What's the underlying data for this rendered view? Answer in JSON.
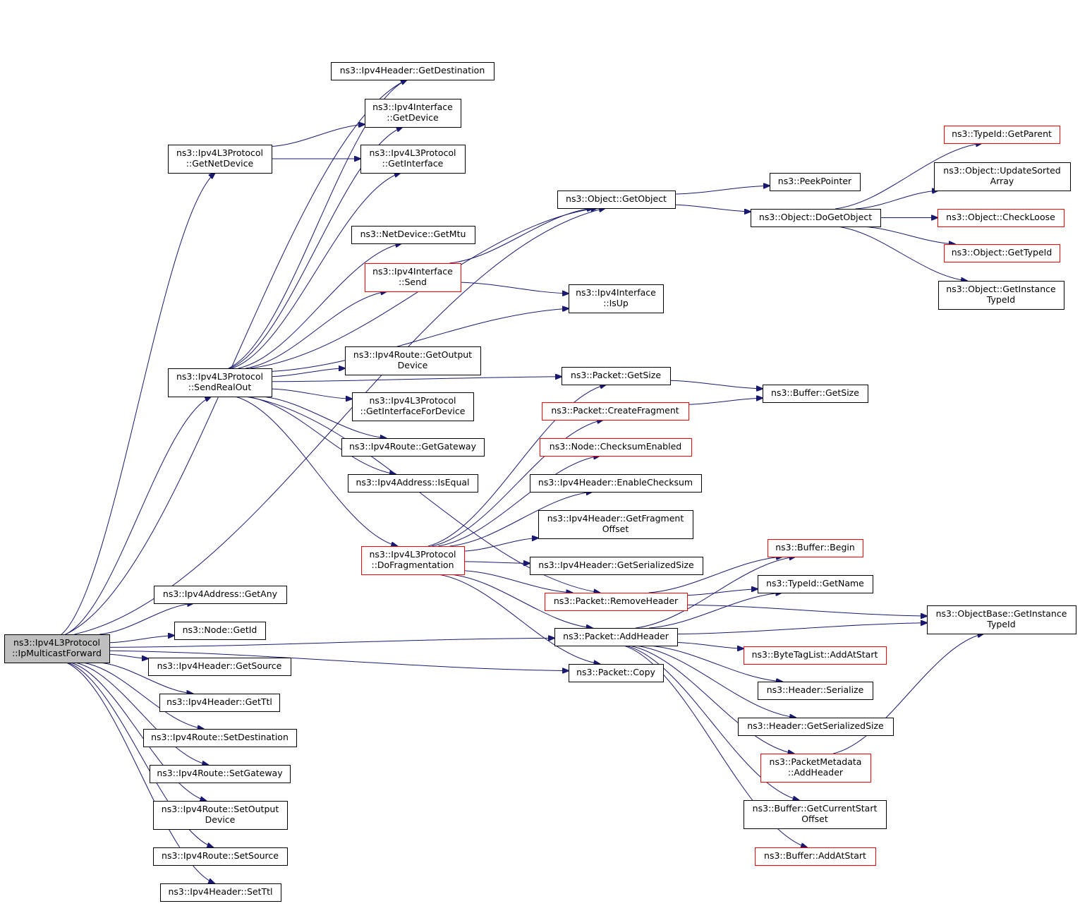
{
  "colors": {
    "edge": "#191970",
    "node_border": "#000000",
    "node_border_truncated": "#ff0000",
    "root_fill": "#bfbfbf"
  },
  "nodes": {
    "root": [
      "ns3::Ipv4L3Protocol",
      "::IpMulticastForward"
    ],
    "hdr_getdest": [
      "ns3::Ipv4Header::GetDestination"
    ],
    "iface_getdevice": [
      "ns3::Ipv4Interface",
      "::GetDevice"
    ],
    "l3_getnetdevice": [
      "ns3::Ipv4L3Protocol",
      "::GetNetDevice"
    ],
    "l3_getinterface": [
      "ns3::Ipv4L3Protocol",
      "::GetInterface"
    ],
    "obj_getobject": [
      "ns3::Object::GetObject"
    ],
    "netdev_getmtu": [
      "ns3::NetDevice::GetMtu"
    ],
    "iface_send": [
      "ns3::Ipv4Interface",
      "::Send"
    ],
    "iface_isup": [
      "ns3::Ipv4Interface",
      "::IsUp"
    ],
    "peekpointer": [
      "ns3::PeekPointer"
    ],
    "obj_dogetobject": [
      "ns3::Object::DoGetObject"
    ],
    "typeid_getparent": [
      "ns3::TypeId::GetParent"
    ],
    "obj_updatesorted": [
      "ns3::Object::UpdateSorted",
      "Array"
    ],
    "obj_checkloose": [
      "ns3::Object::CheckLoose"
    ],
    "obj_gettypeid": [
      "ns3::Object::GetTypeId"
    ],
    "obj_getinstancetypeid": [
      "ns3::Object::GetInstance",
      "TypeId"
    ],
    "route_getoutputdevice": [
      "ns3::Ipv4Route::GetOutput",
      "Device"
    ],
    "l3_sendrealout": [
      "ns3::Ipv4L3Protocol",
      "::SendRealOut"
    ],
    "l3_getifacefordevice": [
      "ns3::Ipv4L3Protocol",
      "::GetInterfaceForDevice"
    ],
    "route_getgateway": [
      "ns3::Ipv4Route::GetGateway"
    ],
    "addr_isequal": [
      "ns3::Ipv4Address::IsEqual"
    ],
    "pkt_getsize": [
      "ns3::Packet::GetSize"
    ],
    "buf_getsize": [
      "ns3::Buffer::GetSize"
    ],
    "pkt_createfragment": [
      "ns3::Packet::CreateFragment"
    ],
    "node_checksumenabled": [
      "ns3::Node::ChecksumEnabled"
    ],
    "hdr_enablechecksum": [
      "ns3::Ipv4Header::EnableChecksum"
    ],
    "hdr_getfragmentoffset": [
      "ns3::Ipv4Header::GetFragment",
      "Offset"
    ],
    "l3_dofragmentation": [
      "ns3::Ipv4L3Protocol",
      "::DoFragmentation"
    ],
    "hdr_getserializedsize": [
      "ns3::Ipv4Header::GetSerializedSize"
    ],
    "buf_begin": [
      "ns3::Buffer::Begin"
    ],
    "typeid_getname": [
      "ns3::TypeId::GetName"
    ],
    "pkt_removeheader": [
      "ns3::Packet::RemoveHeader"
    ],
    "objbase_getinstancetypeid": [
      "ns3::ObjectBase::GetInstance",
      "TypeId"
    ],
    "addr_getany": [
      "ns3::Ipv4Address::GetAny"
    ],
    "node_getid": [
      "ns3::Node::GetId"
    ],
    "pkt_addheader": [
      "ns3::Packet::AddHeader"
    ],
    "hdr_getsource": [
      "ns3::Ipv4Header::GetSource"
    ],
    "bytetaglist_addatstart": [
      "ns3::ByteTagList::AddAtStart"
    ],
    "pkt_copy": [
      "ns3::Packet::Copy"
    ],
    "header_serialize": [
      "ns3::Header::Serialize"
    ],
    "hdr_getttl": [
      "ns3::Ipv4Header::GetTtl"
    ],
    "header_getserializedsize": [
      "ns3::Header::GetSerializedSize"
    ],
    "route_setdestination": [
      "ns3::Ipv4Route::SetDestination"
    ],
    "pktmeta_addheader": [
      "ns3::PacketMetadata",
      "::AddHeader"
    ],
    "route_setgateway": [
      "ns3::Ipv4Route::SetGateway"
    ],
    "route_setoutputdevice": [
      "ns3::Ipv4Route::SetOutput",
      "Device"
    ],
    "buf_getcurrentstartoffset": [
      "ns3::Buffer::GetCurrentStart",
      "Offset"
    ],
    "route_setsource": [
      "ns3::Ipv4Route::SetSource"
    ],
    "buf_addatstart": [
      "ns3::Buffer::AddAtStart"
    ],
    "hdr_setttl": [
      "ns3::Ipv4Header::SetTtl"
    ]
  },
  "truncated_nodes": [
    "iface_send",
    "typeid_getparent",
    "obj_checkloose",
    "obj_gettypeid",
    "pkt_createfragment",
    "node_checksumenabled",
    "l3_dofragmentation",
    "buf_begin",
    "pkt_removeheader",
    "bytetaglist_addatstart",
    "pktmeta_addheader",
    "buf_addatstart"
  ],
  "edges": [
    [
      "root",
      "hdr_getdest"
    ],
    [
      "root",
      "l3_getnetdevice"
    ],
    [
      "root",
      "obj_getobject"
    ],
    [
      "root",
      "l3_sendrealout"
    ],
    [
      "root",
      "addr_getany"
    ],
    [
      "root",
      "node_getid"
    ],
    [
      "root",
      "hdr_getsource"
    ],
    [
      "root",
      "hdr_getttl"
    ],
    [
      "root",
      "route_setdestination"
    ],
    [
      "root",
      "route_setgateway"
    ],
    [
      "root",
      "route_setoutputdevice"
    ],
    [
      "root",
      "route_setsource"
    ],
    [
      "root",
      "hdr_setttl"
    ],
    [
      "root",
      "pkt_addheader"
    ],
    [
      "root",
      "pkt_copy"
    ],
    [
      "l3_getnetdevice",
      "iface_getdevice"
    ],
    [
      "l3_getnetdevice",
      "l3_getinterface"
    ],
    [
      "l3_sendrealout",
      "hdr_getdest"
    ],
    [
      "l3_sendrealout",
      "iface_getdevice"
    ],
    [
      "l3_sendrealout",
      "l3_getinterface"
    ],
    [
      "l3_sendrealout",
      "obj_getobject"
    ],
    [
      "l3_sendrealout",
      "netdev_getmtu"
    ],
    [
      "l3_sendrealout",
      "iface_send"
    ],
    [
      "l3_sendrealout",
      "iface_isup"
    ],
    [
      "l3_sendrealout",
      "route_getoutputdevice"
    ],
    [
      "l3_sendrealout",
      "l3_getifacefordevice"
    ],
    [
      "l3_sendrealout",
      "route_getgateway"
    ],
    [
      "l3_sendrealout",
      "addr_isequal"
    ],
    [
      "l3_sendrealout",
      "pkt_getsize"
    ],
    [
      "l3_sendrealout",
      "l3_dofragmentation"
    ],
    [
      "l3_sendrealout",
      "pkt_removeheader"
    ],
    [
      "iface_send",
      "obj_getobject"
    ],
    [
      "iface_send",
      "iface_isup"
    ],
    [
      "obj_getobject",
      "peekpointer"
    ],
    [
      "obj_getobject",
      "obj_dogetobject"
    ],
    [
      "obj_dogetobject",
      "typeid_getparent"
    ],
    [
      "obj_dogetobject",
      "obj_updatesorted"
    ],
    [
      "obj_dogetobject",
      "obj_checkloose"
    ],
    [
      "obj_dogetobject",
      "obj_gettypeid"
    ],
    [
      "obj_dogetobject",
      "obj_getinstancetypeid"
    ],
    [
      "l3_dofragmentation",
      "pkt_getsize"
    ],
    [
      "l3_dofragmentation",
      "pkt_createfragment"
    ],
    [
      "l3_dofragmentation",
      "node_checksumenabled"
    ],
    [
      "l3_dofragmentation",
      "hdr_enablechecksum"
    ],
    [
      "l3_dofragmentation",
      "hdr_getfragmentoffset"
    ],
    [
      "l3_dofragmentation",
      "hdr_getserializedsize"
    ],
    [
      "l3_dofragmentation",
      "pkt_removeheader"
    ],
    [
      "l3_dofragmentation",
      "pkt_addheader"
    ],
    [
      "l3_dofragmentation",
      "pkt_copy"
    ],
    [
      "pkt_getsize",
      "buf_getsize"
    ],
    [
      "pkt_createfragment",
      "buf_getsize"
    ],
    [
      "pkt_removeheader",
      "buf_begin"
    ],
    [
      "pkt_removeheader",
      "typeid_getname"
    ],
    [
      "pkt_removeheader",
      "objbase_getinstancetypeid"
    ],
    [
      "pkt_addheader",
      "buf_begin"
    ],
    [
      "pkt_addheader",
      "typeid_getname"
    ],
    [
      "pkt_addheader",
      "objbase_getinstancetypeid"
    ],
    [
      "pkt_addheader",
      "bytetaglist_addatstart"
    ],
    [
      "pkt_addheader",
      "header_serialize"
    ],
    [
      "pkt_addheader",
      "header_getserializedsize"
    ],
    [
      "pkt_addheader",
      "pktmeta_addheader"
    ],
    [
      "pkt_addheader",
      "buf_getcurrentstartoffset"
    ],
    [
      "pkt_addheader",
      "buf_addatstart"
    ],
    [
      "pktmeta_addheader",
      "objbase_getinstancetypeid"
    ]
  ]
}
